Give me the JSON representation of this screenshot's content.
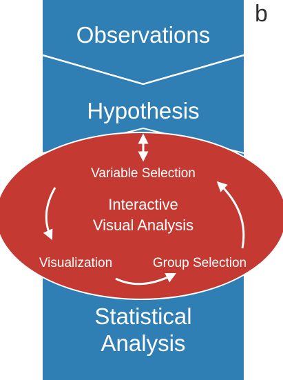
{
  "panel_label": "b",
  "colors": {
    "column": "#2f7fb5",
    "ellipse": "#c43a33",
    "text": "#ffffff",
    "separator": "#ffffff"
  },
  "stages": {
    "observations": "Observations",
    "hypothesis": "Hypothesis",
    "statistical_line1": "Statistical",
    "statistical_line2": "Analysis"
  },
  "loop": {
    "center_line1": "Interactive",
    "center_line2": "Visual Analysis",
    "variable_selection": "Variable Selection",
    "visualization": "Visualization",
    "group_selection": "Group Selection"
  }
}
